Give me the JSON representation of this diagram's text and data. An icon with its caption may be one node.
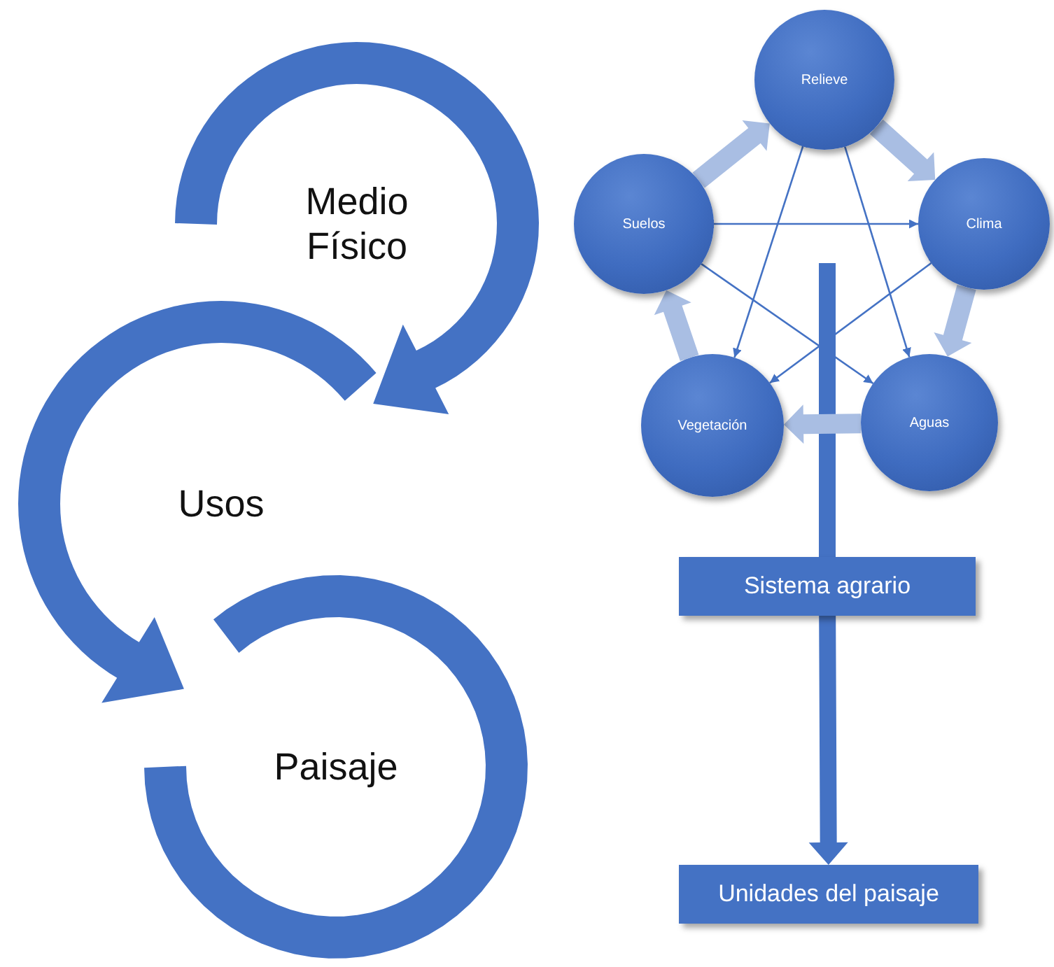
{
  "diagram": {
    "nodes": [
      {
        "text": [
          "Medio Físico"
        ]
      },
      {
        "text": [
          "Usos"
        ]
      },
      {
        "text": [
          "Paisaje"
        ]
      },
      {
        "text": [
          "Relieve"
        ]
      },
      {
        "text": [
          "Clima"
        ]
      },
      {
        "text": [
          "Aguas"
        ]
      },
      {
        "text": [
          "Vegetación"
        ]
      },
      {
        "text": [
          "Suelos"
        ]
      },
      {
        "text": [
          "Sistema agrario"
        ]
      },
      {
        "text": [
          "Unidades del paisaje"
        ]
      }
    ],
    "edges": [
      {
        "from": 0,
        "to": 1,
        "arrow": "to",
        "style": "thick"
      },
      {
        "from": 1,
        "to": 2,
        "arrow": "to",
        "style": "thick"
      },
      {
        "from": 7,
        "to": 3,
        "arrow": "to",
        "style": "thick",
        "color": "#a9bee3"
      },
      {
        "from": 3,
        "to": 4,
        "arrow": "to",
        "style": "thick",
        "color": "#a9bee3"
      },
      {
        "from": 4,
        "to": 5,
        "arrow": "to",
        "style": "thick",
        "color": "#a9bee3"
      },
      {
        "from": 5,
        "to": 6,
        "arrow": "to",
        "style": "thick",
        "color": "#a9bee3"
      },
      {
        "from": 6,
        "to": 7,
        "arrow": "to",
        "style": "thick",
        "color": "#a9bee3"
      },
      {
        "from": 7,
        "to": 4,
        "arrow": "both"
      },
      {
        "from": 3,
        "to": 6,
        "arrow": "both"
      },
      {
        "from": 3,
        "to": 5,
        "arrow": "both"
      },
      {
        "from": 7,
        "to": 5,
        "arrow": "both"
      },
      {
        "from": 4,
        "to": 6,
        "arrow": "both"
      },
      {
        "from": null,
        "to": 8,
        "arrow": "none",
        "style": "thick"
      },
      {
        "from": 8,
        "to": 9,
        "arrow": "to",
        "style": "thick"
      }
    ]
  }
}
